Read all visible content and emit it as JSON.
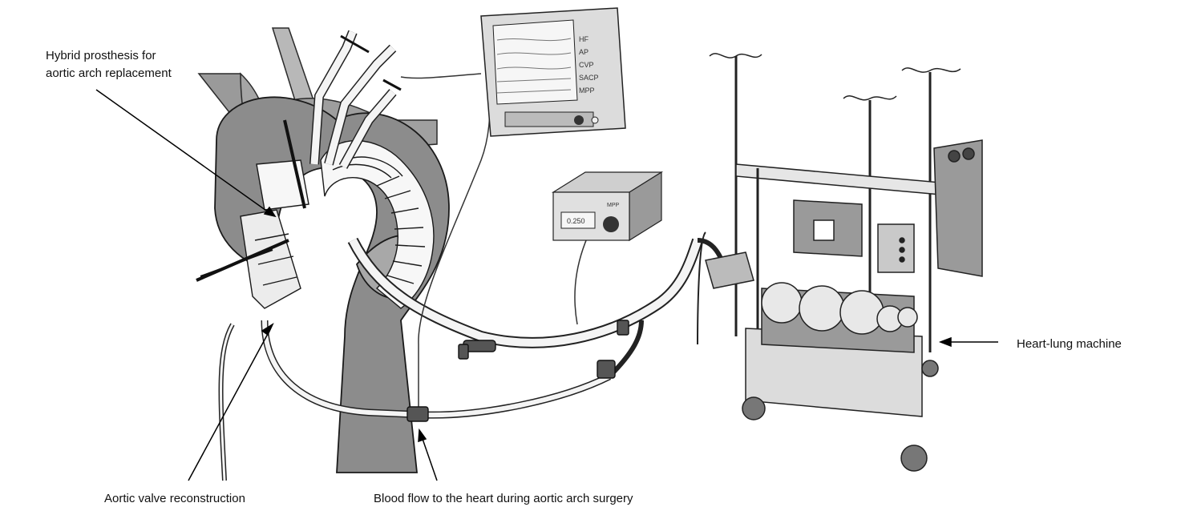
{
  "labels": {
    "hybrid_line1": "Hybrid prosthesis for",
    "hybrid_line2": "aortic arch replacement",
    "valve": "Aortic valve reconstruction",
    "flow": "Blood flow to the heart during aortic arch surgery",
    "hlm": "Heart-lung machine"
  },
  "monitor": {
    "channels": [
      "HF",
      "AP",
      "CVP",
      "SACP",
      "MPP"
    ]
  },
  "pressure_unit": {
    "reading": "0.250",
    "tag": "MPP"
  },
  "colors": {
    "aorta": "#8c8c8c",
    "vessel_light": "#b8b8b8",
    "line": "#1a1a1a",
    "tube": "#f4f4f4",
    "machine": "#dcdcdc",
    "machine_dark": "#9a9a9a"
  }
}
